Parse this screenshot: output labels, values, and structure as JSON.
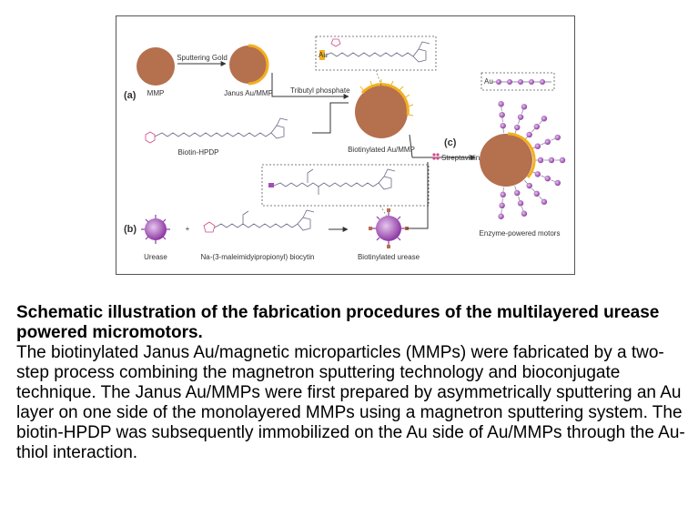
{
  "figure": {
    "panel_a": "(a)",
    "panel_b": "(b)",
    "panel_c": "(c)",
    "labels": {
      "mmp": "MMP",
      "sputtering": "Sputtering Gold",
      "janus": "Janus Au/MMP",
      "tributyl": "Tributyl phosphate",
      "biotin_hpdp": "Biotin-HPDP",
      "biotinylated_au": "Biotinylated Au/MMP",
      "streptavidin": "Streptavidin",
      "enzyme_motors": "Enzyme-powered motors",
      "urease": "Urease",
      "plus": "+",
      "biocytin": "Na-(3-maleimidyipropionyl) biocytin",
      "biotinylated_urease": "Biotinylated urease",
      "au_tag": "Au"
    },
    "colors": {
      "particle": "#b5704e",
      "gold": "#f2b01e",
      "urease": "#a24fb3",
      "structure": "#6a6a8a"
    }
  },
  "caption": {
    "title": "Schematic illustration of the fabrication procedures of the multilayered urease powered micromotors.",
    "body": "The biotinylated Janus Au/magnetic microparticles (MMPs) were fabricated by a two-step process combining the magnetron sputtering technology and bioconjugate technique. The Janus Au/MMPs were first prepared by asymmetrically sputtering an Au layer on one side of the monolayered MMPs using a magnetron sputtering system. The biotin-HPDP was subsequently immobilized on the Au side of Au/MMPs through the Au-thiol interaction."
  }
}
